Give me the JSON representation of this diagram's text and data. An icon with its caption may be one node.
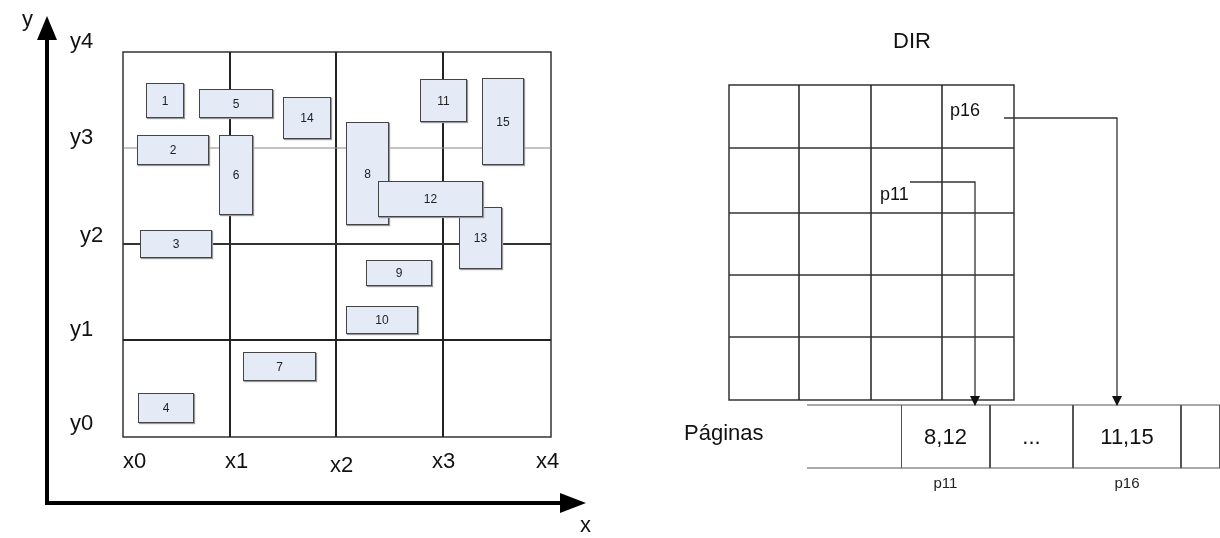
{
  "diagram": {
    "nodes": [
      {
        "text": [
          "1"
        ]
      },
      {
        "text": [
          "2"
        ]
      },
      {
        "text": [
          "3"
        ]
      },
      {
        "text": [
          "4"
        ]
      },
      {
        "text": [
          "5"
        ]
      },
      {
        "text": [
          "6"
        ]
      },
      {
        "text": [
          "7"
        ]
      },
      {
        "text": [
          "8"
        ]
      },
      {
        "text": [
          "9"
        ]
      },
      {
        "text": [
          "10"
        ]
      },
      {
        "text": [
          "11"
        ]
      },
      {
        "text": [
          "12"
        ]
      },
      {
        "text": [
          "13"
        ]
      },
      {
        "text": [
          "14"
        ]
      },
      {
        "text": [
          "15"
        ]
      },
      {
        "text": [
          "p16"
        ]
      },
      {
        "text": [
          "p11"
        ]
      },
      {
        "text": [
          "8,12"
        ],
        "beside": [
          "p11"
        ]
      },
      {
        "text": [
          "..."
        ]
      },
      {
        "text": [
          "11,15"
        ],
        "beside": [
          "p16"
        ]
      },
      {
        "text": [],
        "shape": "box"
      }
    ],
    "edges": [
      {
        "from": 15,
        "to": 19,
        "arrow": "to"
      },
      {
        "from": 16,
        "to": 17,
        "arrow": "to"
      }
    ],
    "labels": [
      "y",
      "y4",
      "y3",
      "y2",
      "y1",
      "y0",
      "x0",
      "x1",
      "x2",
      "x3",
      "x4",
      "x",
      "DIR",
      "Páginas"
    ]
  }
}
